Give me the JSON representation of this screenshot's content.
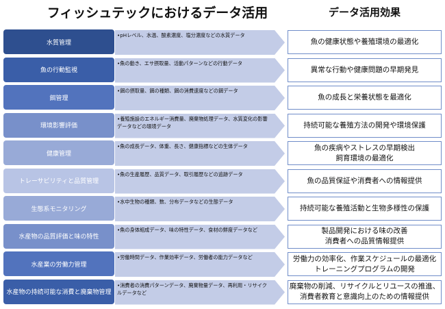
{
  "title_left": "フィッシュテックにおけるデータ活用",
  "title_right": "データ活用効果",
  "rows": [
    {
      "label": "水質管理",
      "data": "•pHレベル、水温、酸素濃度、塩分濃度などの水質データ",
      "effect": "魚の健康状態や養殖環境の最適化",
      "color": "#2e4f8f"
    },
    {
      "label": "魚の行動監視",
      "data": "•魚の動き、エサ摂取量、活動パターンなどの行動データ",
      "effect": "異常な行動や健康問題の早期発見",
      "color": "#3a5ea8"
    },
    {
      "label": "餌管理",
      "data": "•餌の摂取量、餌の種類、餌の消費速度などの餌データ",
      "effect": "魚の成長と栄養状態を最適化",
      "color": "#5273bd"
    },
    {
      "label": "環境影響評価",
      "data": "•養殖施設のエネルギー消費量、廃棄物処理データ、水質変化の影響データなどの環境データ",
      "effect": "持続可能な養殖方法の開発や環境保護",
      "color": "#7890ca"
    },
    {
      "label": "健康管理",
      "data": "•魚の成長データ、体重、長さ、健康指標などの生体データ",
      "effect": "魚の疾病やストレスの早期検出\n飼育環境の最適化",
      "color": "#98aad7"
    },
    {
      "label": "トレーサビリティと品質管理",
      "data": "•魚の生産履歴、品質データ、取引履歴などの追跡データ",
      "effect": "魚の品質保証や消費者への情報提供",
      "color": "#b8c4e5"
    },
    {
      "label": "生態系モニタリング",
      "data": "•水中生物の種類、数、分布データなどの生態データ",
      "effect": "持続可能な養殖活動と生物多様性の保護",
      "color": "#98aad7"
    },
    {
      "label": "水産物の品質評価と味の特性",
      "data": "•魚の身体組成データ、味の特性データ、食材の鮮度データなど",
      "effect": "製品開発における味の改善\n消費者への品質情報提供",
      "color": "#7890ca"
    },
    {
      "label": "水産業の労働力管理",
      "data": "•労働時間データ、作業効率データ、労働者の能力データなど",
      "effect": "労働力の効率化、作業スケジュールの最適化\nトレーニングプログラムの開発",
      "color": "#5273bd"
    },
    {
      "label": "水産物の持続可能な消費と廃棄物管理",
      "data": "•消費者の消費パターンデータ、廃棄物量データ、再利用・リサイクルデータなど",
      "effect": "廃棄物の削減、リサイクルとリユースの推進、\n消費者教育と意識向上のための情報提供",
      "color": "#3a5ea8"
    }
  ]
}
